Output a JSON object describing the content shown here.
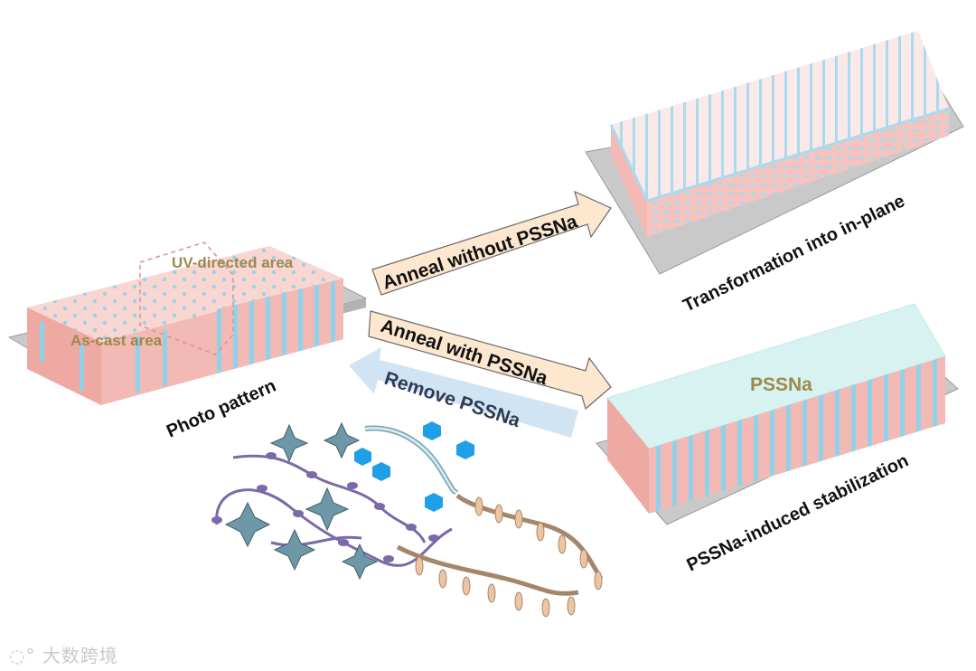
{
  "labels": {
    "uv_directed_area": "UV-directed area",
    "as_cast_area": "As-cast area",
    "photo_pattern": "Photo pattern",
    "transformation": "Transformation into in-plane",
    "pssna_top": "PSSNa",
    "pssna_stabilization": "PSSNa-induced stabilization"
  },
  "arrows": {
    "anneal_without": "Anneal  without  PSSNa",
    "anneal_with": "Anneal  with  PSSNa",
    "remove": "Remove  PSSNa"
  },
  "watermark": {
    "text": "大数跨境"
  },
  "colors": {
    "pink": "#f7c9c4",
    "pink_dark": "#efb0aa",
    "cyan": "#8fd3ea",
    "cyan_light": "#d8f2f2",
    "substrate": "#c9c9c9",
    "olive": "#9c8a4d",
    "arrow_fill": "#fde7cf",
    "remove_fill": "#cfe3f2"
  }
}
